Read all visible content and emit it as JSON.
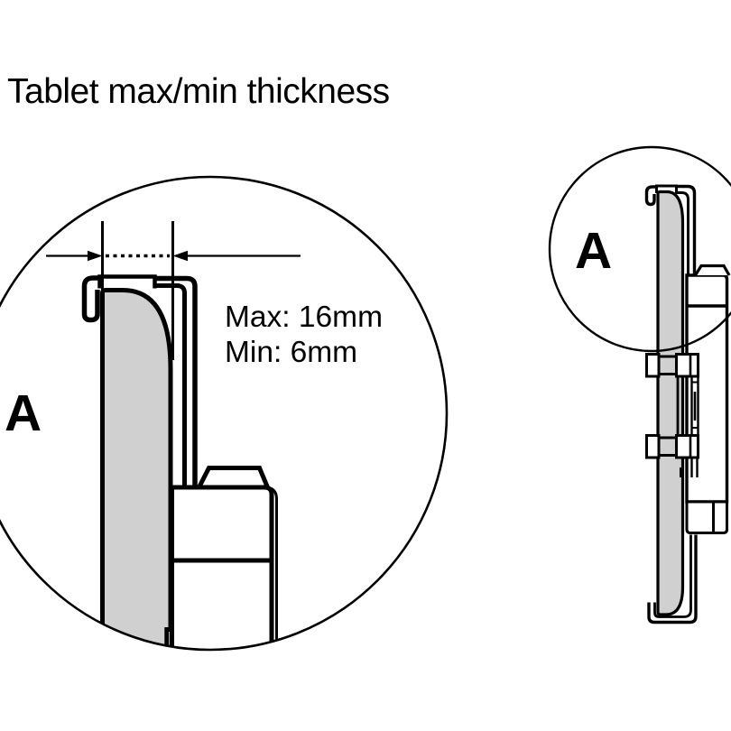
{
  "title": "Tablet max/min thickness",
  "detail_view": {
    "label": "A",
    "dimension": {
      "max": "Max: 16mm",
      "min": "Min: 6mm"
    }
  },
  "side_view": {
    "label": "A"
  },
  "measurements": {
    "max_mm": 16,
    "min_mm": 6
  },
  "colors": {
    "line": "#000000",
    "tablet_fill": "#d0d0d0",
    "background": "#ffffff"
  }
}
